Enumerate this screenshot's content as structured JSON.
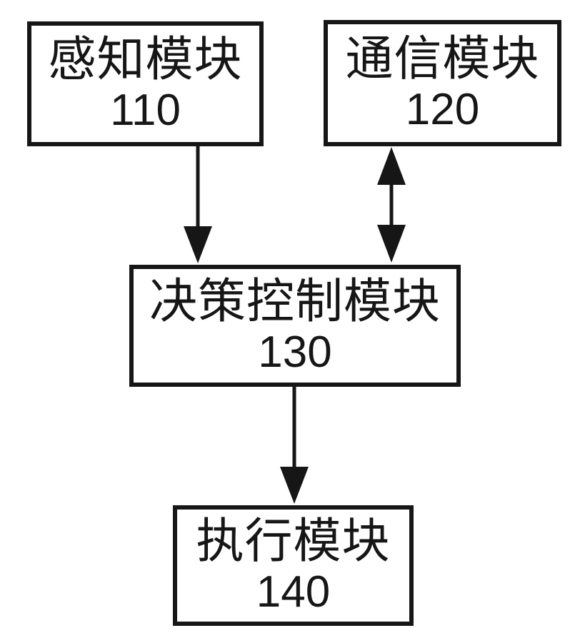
{
  "figure": {
    "type": "block-diagram",
    "background_color": "#ffffff",
    "line_color": "#161616",
    "nodes": [
      {
        "id": "110",
        "label": "感知模块",
        "number": "110",
        "meaning": "perception module"
      },
      {
        "id": "120",
        "label": "通信模块",
        "number": "120",
        "meaning": "communication module"
      },
      {
        "id": "130",
        "label": "决策控制模块",
        "number": "130",
        "meaning": "decision control module"
      },
      {
        "id": "140",
        "label": "执行模块",
        "number": "140",
        "meaning": "execution module"
      }
    ],
    "edges": [
      {
        "from": "110",
        "to": "130",
        "direction": "down",
        "style": "solid-arrow"
      },
      {
        "from": "120",
        "to": "130",
        "direction": "bidirectional",
        "style": "solid-arrow"
      },
      {
        "from": "130",
        "to": "140",
        "direction": "down",
        "style": "solid-arrow"
      }
    ]
  }
}
